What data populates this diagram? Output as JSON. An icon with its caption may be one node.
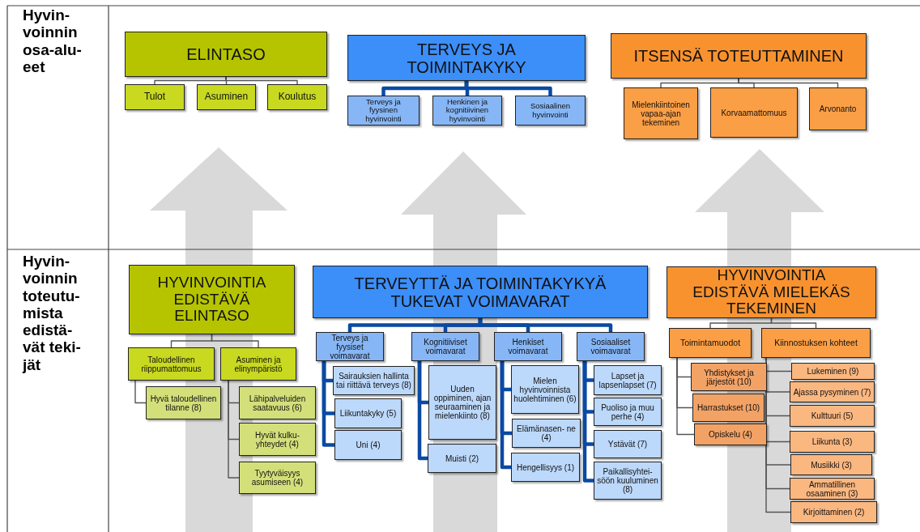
{
  "diagram": {
    "nodes": [
      {
        "text": [
          "ELINTASO"
        ]
      },
      {
        "text": [
          "Tulot"
        ]
      },
      {
        "text": [
          "Asuminen"
        ]
      },
      {
        "text": [
          "Koulutus"
        ]
      },
      {
        "text": [
          "TERVEYS JA TOIMINTAKYKY"
        ]
      },
      {
        "text": [
          "Terveys ja fyysinen hyvinvointi"
        ]
      },
      {
        "text": [
          "Henkinen ja kognitiivinen hyvinvointi"
        ]
      },
      {
        "text": [
          "Sosiaalinen hyvinvointi"
        ]
      },
      {
        "text": [
          "ITSENSÄ TOTEUTTAMINEN"
        ]
      },
      {
        "text": [
          "Mielenkiintoinen vapaa-ajan tekeminen"
        ]
      },
      {
        "text": [
          "Korvaamattomuus"
        ]
      },
      {
        "text": [
          "Arvonanto"
        ]
      },
      {
        "text": [
          "HYVINVOINTIA EDISTÄVÄ ELINTASO"
        ]
      },
      {
        "text": [
          "Taloudellinen riippumattomuus"
        ]
      },
      {
        "text": [
          "Asuminen ja elinympäristö"
        ]
      },
      {
        "text": [
          "Hyvä taloudellinen tilanne (8)"
        ]
      },
      {
        "text": [
          "Lähipalveluiden saatavuus (6)"
        ]
      },
      {
        "text": [
          "Hyvät kulku- yhteydet (4)"
        ]
      },
      {
        "text": [
          "Tyytyväisyys asumiseen (4)"
        ]
      },
      {
        "text": [
          "TERVEYTTÄ JA TOIMINTAKYKYÄ TUKEVAT VOIMAVARAT"
        ]
      },
      {
        "text": [
          "Terveys ja fyysiset voimavarat"
        ]
      },
      {
        "text": [
          "Kognitiiviset voimavarat"
        ]
      },
      {
        "text": [
          "Henkiset voimavarat"
        ]
      },
      {
        "text": [
          "Sosiaaliset voimavarat"
        ]
      },
      {
        "text": [
          "Sairauksien hallinta tai riittävä terveys (8)"
        ]
      },
      {
        "text": [
          "Liikuntakyky (5)"
        ]
      },
      {
        "text": [
          "Uni (4)"
        ]
      },
      {
        "text": [
          "Uuden oppiminen, ajan seuraaminen ja mielenkiinto (8)"
        ]
      },
      {
        "text": [
          "Muisti (2)"
        ]
      },
      {
        "text": [
          "Mielen hyvinvoinnista huolehtiminen (6)"
        ]
      },
      {
        "text": [
          "Elämänasen- ne (4)"
        ]
      },
      {
        "text": [
          "Hengellisyys (1)"
        ]
      },
      {
        "text": [
          "Lapset ja lapsenlapset (7)"
        ]
      },
      {
        "text": [
          "Puoliso ja muu perhe (4)"
        ]
      },
      {
        "text": [
          "Ystävät (7)"
        ]
      },
      {
        "text": [
          "Paikallisyhtei- söön kuuluminen (8)"
        ]
      },
      {
        "text": [
          "HYVINVOINTIA EDISTÄVÄ MIELEKÄS TEKEMINEN"
        ]
      },
      {
        "text": [
          "Toimintamuodot"
        ]
      },
      {
        "text": [
          "Kiinnostuksen kohteet"
        ]
      },
      {
        "text": [
          "Yhdistykset ja järjestöt (10)"
        ]
      },
      {
        "text": [
          "Harrastukset (10)"
        ]
      },
      {
        "text": [
          "Opiskelu (4)"
        ]
      },
      {
        "text": [
          "Lukeminen (9)"
        ]
      },
      {
        "text": [
          "Ajassa pysyminen (7)"
        ]
      },
      {
        "text": [
          "Kulttuuri (5)"
        ]
      },
      {
        "text": [
          "Liikunta (3)"
        ]
      },
      {
        "text": [
          "Musiikki (3)"
        ]
      },
      {
        "text": [
          "Ammatillinen osaaminen (3)"
        ]
      },
      {
        "text": [
          "Kirjoittaminen (2)"
        ]
      }
    ],
    "edges": [
      {
        "from": 0,
        "to": 1,
        "arrow": "none"
      },
      {
        "from": 0,
        "to": 2,
        "arrow": "none"
      },
      {
        "from": 0,
        "to": 3,
        "arrow": "none"
      },
      {
        "from": 4,
        "to": 5,
        "arrow": "none",
        "style": "thick",
        "color": "#0b4aa2"
      },
      {
        "from": 4,
        "to": 6,
        "arrow": "none",
        "style": "thick",
        "color": "#0b4aa2"
      },
      {
        "from": 4,
        "to": 7,
        "arrow": "none",
        "style": "thick",
        "color": "#0b4aa2"
      },
      {
        "from": 8,
        "to": 9,
        "arrow": "none"
      },
      {
        "from": 8,
        "to": 10,
        "arrow": "none"
      },
      {
        "from": 8,
        "to": 11,
        "arrow": "none"
      },
      {
        "from": 12,
        "to": 13,
        "arrow": "none"
      },
      {
        "from": 12,
        "to": 14,
        "arrow": "none"
      },
      {
        "from": 13,
        "to": 15,
        "arrow": "none"
      },
      {
        "from": 14,
        "to": 16,
        "arrow": "none"
      },
      {
        "from": 14,
        "to": 17,
        "arrow": "none"
      },
      {
        "from": 14,
        "to": 18,
        "arrow": "none"
      },
      {
        "from": 19,
        "to": 20,
        "arrow": "none",
        "style": "thick",
        "color": "#0b4aa2"
      },
      {
        "from": 19,
        "to": 21,
        "arrow": "none",
        "style": "thick",
        "color": "#0b4aa2"
      },
      {
        "from": 19,
        "to": 22,
        "arrow": "none",
        "style": "thick",
        "color": "#0b4aa2"
      },
      {
        "from": 19,
        "to": 23,
        "arrow": "none",
        "style": "thick",
        "color": "#0b4aa2"
      },
      {
        "from": 20,
        "to": 24,
        "arrow": "none",
        "style": "thick",
        "color": "#0b4aa2"
      },
      {
        "from": 20,
        "to": 25,
        "arrow": "none",
        "style": "thick",
        "color": "#0b4aa2"
      },
      {
        "from": 20,
        "to": 26,
        "arrow": "none",
        "style": "thick",
        "color": "#0b4aa2"
      },
      {
        "from": 21,
        "to": 27,
        "arrow": "none",
        "style": "thick",
        "color": "#0b4aa2"
      },
      {
        "from": 21,
        "to": 28,
        "arrow": "none",
        "style": "thick",
        "color": "#0b4aa2"
      },
      {
        "from": 22,
        "to": 29,
        "arrow": "none",
        "style": "thick",
        "color": "#0b4aa2"
      },
      {
        "from": 22,
        "to": 30,
        "arrow": "none",
        "style": "thick",
        "color": "#0b4aa2"
      },
      {
        "from": 22,
        "to": 31,
        "arrow": "none",
        "style": "thick",
        "color": "#0b4aa2"
      },
      {
        "from": 23,
        "to": 32,
        "arrow": "none",
        "style": "thick",
        "color": "#0b4aa2"
      },
      {
        "from": 23,
        "to": 33,
        "arrow": "none",
        "style": "thick",
        "color": "#0b4aa2"
      },
      {
        "from": 23,
        "to": 34,
        "arrow": "none",
        "style": "thick",
        "color": "#0b4aa2"
      },
      {
        "from": 23,
        "to": 35,
        "arrow": "none",
        "style": "thick",
        "color": "#0b4aa2"
      },
      {
        "from": 36,
        "to": 37,
        "arrow": "none"
      },
      {
        "from": 36,
        "to": 38,
        "arrow": "none"
      },
      {
        "from": 37,
        "to": 39,
        "arrow": "none"
      },
      {
        "from": 37,
        "to": 40,
        "arrow": "none"
      },
      {
        "from": 37,
        "to": 41,
        "arrow": "none"
      },
      {
        "from": 38,
        "to": 42,
        "arrow": "none"
      },
      {
        "from": 38,
        "to": 43,
        "arrow": "none"
      },
      {
        "from": 38,
        "to": 44,
        "arrow": "none"
      },
      {
        "from": 38,
        "to": 45,
        "arrow": "none"
      },
      {
        "from": 38,
        "to": 46,
        "arrow": "none"
      },
      {
        "from": 38,
        "to": 47,
        "arrow": "none"
      },
      {
        "from": 38,
        "to": 48,
        "arrow": "none"
      },
      {
        "from": 12,
        "to": 0,
        "arrow": "to",
        "color": "#d9d9d9"
      },
      {
        "from": 19,
        "to": 4,
        "arrow": "to",
        "color": "#d9d9d9"
      },
      {
        "from": 36,
        "to": 8,
        "arrow": "to",
        "color": "#d9d9d9"
      }
    ],
    "labels": [
      "Hyvin- voinnin osa-alu- eet",
      "Hyvin- voinnin toteutu- mista edistä- vät teki- jät"
    ]
  }
}
